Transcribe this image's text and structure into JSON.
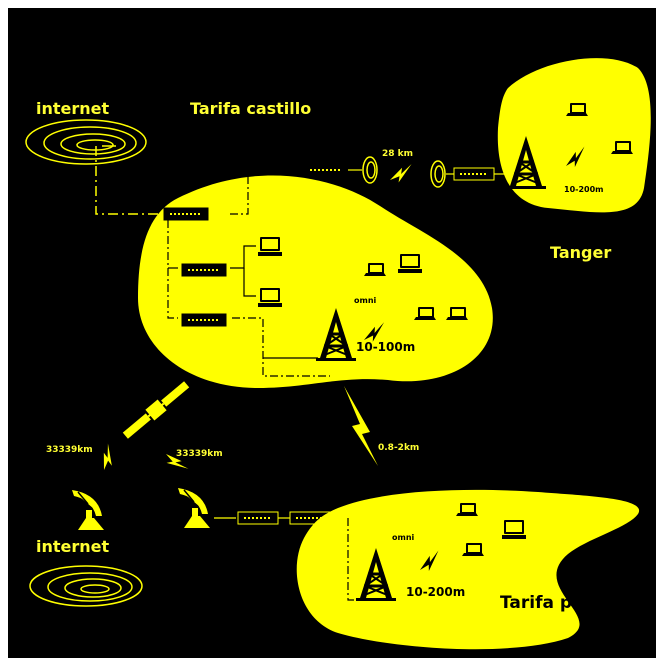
{
  "labels": {
    "internet_top": "internet",
    "tarifa_castillo": "Tarifa castillo",
    "link_28km": "28 km",
    "range_tanger": "10-200m",
    "tanger": "Tanger",
    "omni_castillo": "omni",
    "range_castillo": "10-100m",
    "sat_dist_left": "33339km",
    "sat_dist_right": "33339km",
    "link_08_2km": "0.8-2km",
    "internet_bottom": "internet",
    "omni_playa": "omni",
    "range_playa": "10-200m",
    "tarifa_playa": "Tarifa playa"
  },
  "colors": {
    "background": "#000000",
    "region": "#ffff00",
    "accent": "#ffff33",
    "ink": "#000000"
  },
  "icons": [
    "spiral-antenna-icon",
    "router-icon",
    "laptop-icon",
    "monitor-icon",
    "tower-icon",
    "lightning-icon",
    "satellite-icon",
    "dish-icon",
    "helix-antenna-icon"
  ]
}
